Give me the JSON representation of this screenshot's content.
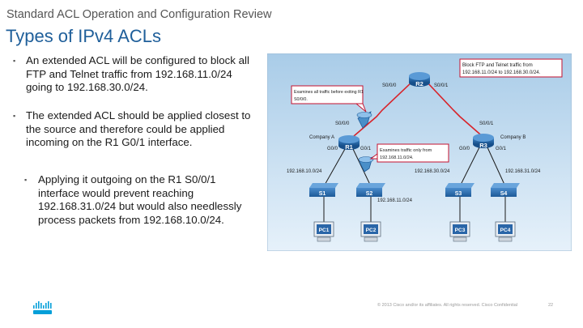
{
  "slide": {
    "subtitle": "Standard ACL Operation and Configuration Review",
    "title": "Types of IPv4 ACLs",
    "bullets": [
      "An extended ACL will be configured to block all FTP and Telnet traffic from 192.168.11.0/24 going to 192.168.30.0/24.",
      "The extended ACL should be applied closest to the source and therefore could be applied incoming on the R1 G0/1 interface."
    ],
    "sub_bullet": "Applying it outgoing on the R1 S0/0/1 interface would prevent reaching 192.168.31.0/24 but would also needlessly process packets from 192.168.10.0/24.",
    "bullet_marker": "▪",
    "sub_bullet_marker": "▪",
    "footer": "© 2013 Cisco and/or its affiliates. All rights reserved.    Cisco Confidential",
    "page_number": "22"
  },
  "diagram": {
    "callouts": {
      "block": [
        "Block FTP and Telnet traffic from",
        "192.168.11.0/24 to 192.168.30.0/24."
      ],
      "examine_s0": [
        "Examines all traffic before exiting R1",
        "S0/0/0."
      ],
      "examine_g01": [
        "Examines traffic only from",
        "192.168.11.0/24."
      ]
    },
    "routers": {
      "r1": "R1",
      "r2": "R2",
      "r3": "R3"
    },
    "switches": [
      "S1",
      "S2",
      "S3",
      "S4"
    ],
    "pcs": [
      "PC1",
      "PC2",
      "PC3",
      "PC4"
    ],
    "labels": {
      "company_a": "Company A",
      "company_b": "Company B",
      "r2_s000": "S0/0/0",
      "r2_s001": "S0/0/1",
      "r1_s000": "S0/0/0",
      "r3_s001": "S0/0/1",
      "r1_g00": "G0/0",
      "r1_g01": "G0/1",
      "r3_g00": "G0/0",
      "r3_g01": "G0/1",
      "net_10": "192.168.10.0/24",
      "net_11": "192.168.11.0/24",
      "net_30": "192.168.30.0/24",
      "net_31": "192.168.31.0/24"
    },
    "colors": {
      "background": "#c2dcf0",
      "callout_border": "#c4122f",
      "serial_link": "#d8232a",
      "router": "#1e5c9e",
      "switch": "#2a66a8",
      "firewall_icon": "#4a8fc8"
    }
  },
  "branding": {
    "logo_icon": "cisco-logo-icon"
  }
}
